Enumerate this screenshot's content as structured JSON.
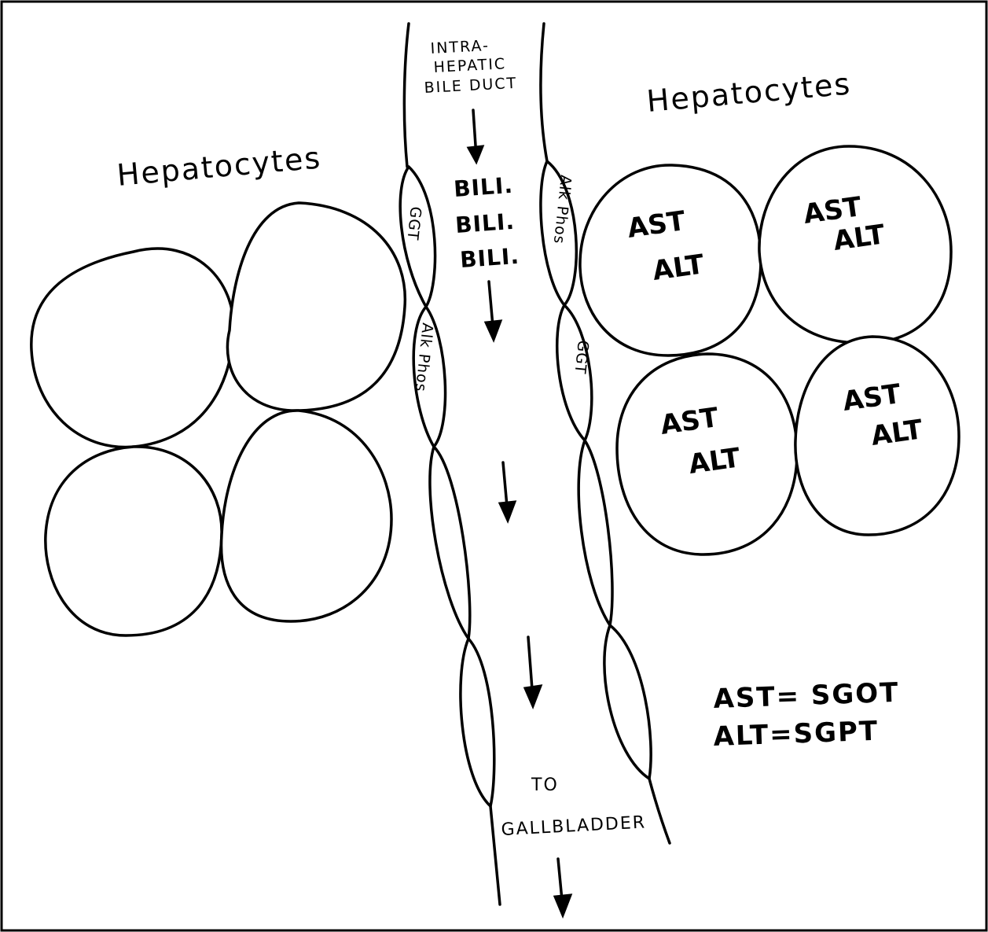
{
  "diagram": {
    "hepatocytes_left_label": "Hepatocytes",
    "hepatocytes_right_label": "Hepatocytes",
    "duct_label_lines": [
      "INTRA-",
      "HEPATIC",
      "BILE DUCT"
    ],
    "bili_labels": [
      "BILI.",
      "BILI.",
      "BILI."
    ],
    "duct_cells": {
      "left_upper": "GGT",
      "left_lower": "Alk Phos",
      "right_upper": "Alk Phos",
      "right_lower": "GGT"
    },
    "cell_enzymes": [
      {
        "line1": "AST",
        "line2": "ALT"
      },
      {
        "line1": "AST",
        "line2": "ALT"
      },
      {
        "line1": "AST",
        "line2": "ALT"
      },
      {
        "line1": "AST",
        "line2": "ALT"
      }
    ],
    "legend": [
      "AST= SGOT",
      "ALT=SGPT"
    ],
    "destination_lines": [
      "TO",
      "GALLBLADDER"
    ]
  }
}
